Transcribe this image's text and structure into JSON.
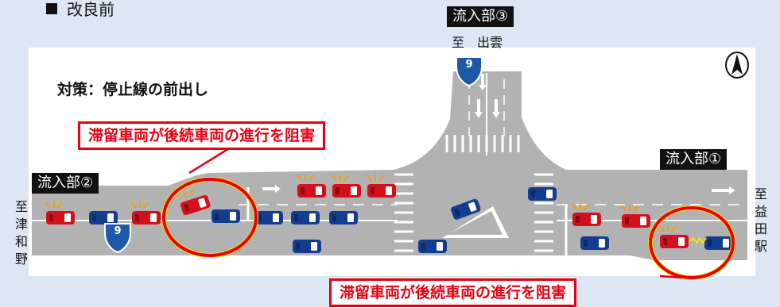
{
  "header": {
    "label": "改良前"
  },
  "measure_title": "対策：停止線の前出し",
  "callout_top": "滞留車両が後続車両の進行を阻害",
  "callout_bottom": "滞留車両が後続車両の進行を阻害",
  "approaches": {
    "a1": "流入部①",
    "a2": "流入部②",
    "a3": "流入部③"
  },
  "destinations": {
    "north": "至　出雲",
    "west": "至津和野",
    "east": "至益田駅"
  },
  "route_number": "9",
  "colors": {
    "road": "#b2b2b2",
    "lane_marking": "#ffffff",
    "background": "#dce7f3",
    "callout_red": "#e60012",
    "queue_car": "#d3101c",
    "moving_car": "#153d8f",
    "highlight_ring": "#f7e600"
  }
}
